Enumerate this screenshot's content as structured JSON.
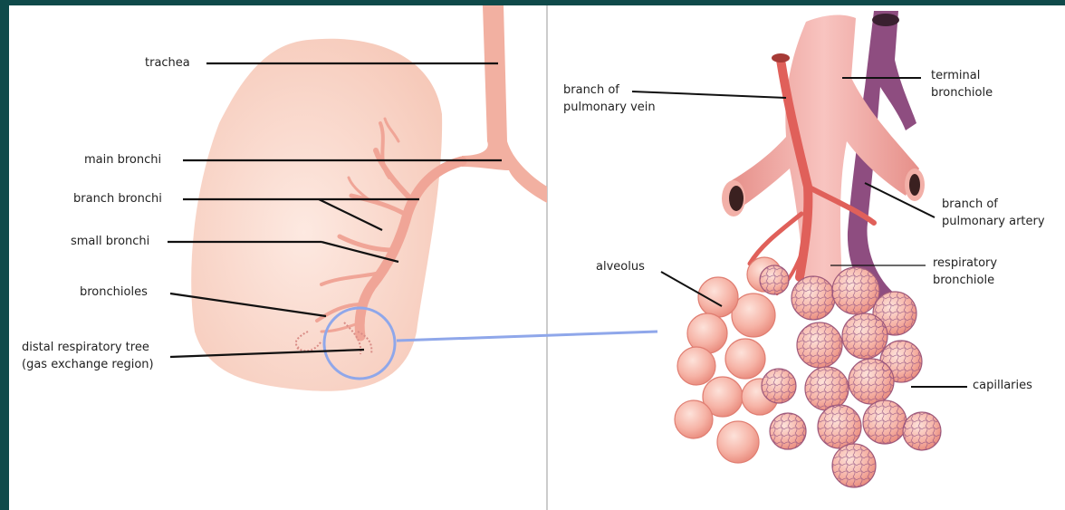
{
  "colors": {
    "lung": "#f9d5c8",
    "airway": "#f0a597",
    "vein": "#e0605a",
    "artery": "#8e4d80",
    "alveolus": "#f4a99d",
    "zoom_ring": "#8fa7ea",
    "leader_line": "#111111",
    "border": "#0f4a4a"
  },
  "left_panel": {
    "labels": {
      "trachea": "trachea",
      "main_bronchi": "main bronchi",
      "branch_bronchi": "branch bronchi",
      "small_bronchi": "small bronchi",
      "bronchioles": "bronchioles",
      "distal_tree_line1": "distal respiratory tree",
      "distal_tree_line2": "(gas exchange region)"
    }
  },
  "right_panel": {
    "labels": {
      "branch_vein_line1": "branch of",
      "branch_vein_line2": "pulmonary vein",
      "terminal_line1": "terminal",
      "terminal_line2": "bronchiole",
      "branch_artery_line1": "branch of",
      "branch_artery_line2": "pulmonary artery",
      "alveolus": "alveolus",
      "respiratory_line1": "respiratory",
      "respiratory_line2": "bronchiole",
      "capillaries": "capillaries"
    }
  }
}
